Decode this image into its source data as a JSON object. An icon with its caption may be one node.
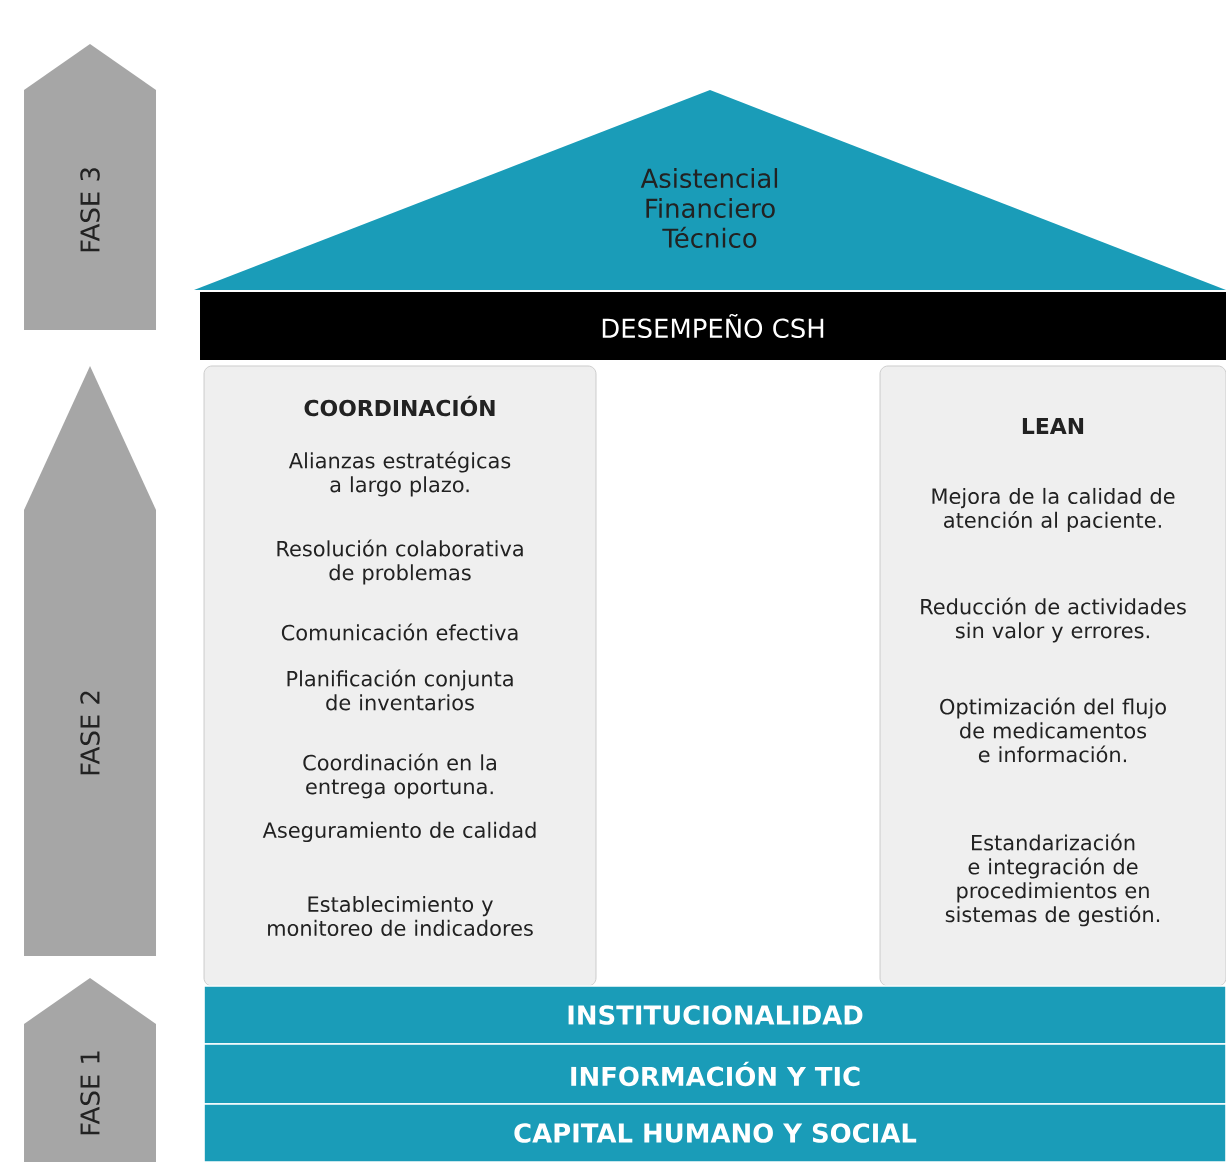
{
  "diagram": {
    "nodes": [
      {
        "text": [
          "FASE 3"
        ]
      },
      {
        "text": [
          "Asistencial Financiero Técnico"
        ]
      },
      {
        "text": [
          "DESEMPEÑO CSH"
        ]
      },
      {
        "text": [
          "FASE 2"
        ]
      },
      {
        "text": [
          "COORDINACIÓN",
          "Alianzas estratégicas a largo plazo.",
          "Resolución colaborativa de problemas",
          "Comunicación efectiva",
          "Planificación conjunta de inventarios",
          "Coordinación en la entrega oportuna.",
          "Aseguramiento de calidad",
          "Establecimiento y monitoreo de indicadores"
        ]
      },
      {
        "text": [
          "LEAN",
          "Mejora de la calidad de atención al paciente.",
          "Reducción de actividades sin valor y errores.",
          "Optimización del flujo de medicamentos e información.",
          "Estandarización e integración de procedimientos en sistemas de gestión."
        ]
      },
      {
        "text": [
          "FASE 1"
        ]
      },
      {
        "text": [
          "INSTITUCIONALIDAD"
        ]
      },
      {
        "text": [
          "INFORMACIÓN Y TIC"
        ]
      },
      {
        "text": [
          "CAPITAL HUMANO Y SOCIAL"
        ]
      }
    ]
  }
}
